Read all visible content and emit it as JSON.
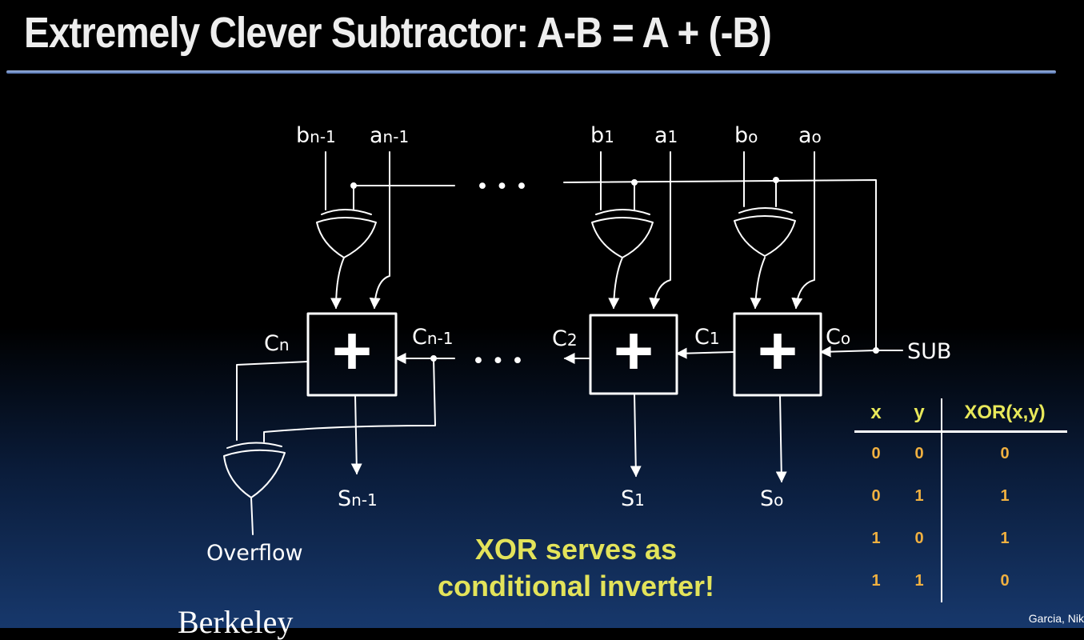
{
  "title": "Extremely Clever Subtractor: A-B = A + (-B)",
  "inputs": {
    "b_n1": {
      "base": "b",
      "sub": "n-1"
    },
    "a_n1": {
      "base": "a",
      "sub": "n-1"
    },
    "b_1": {
      "base": "b",
      "sub": "1"
    },
    "a_1": {
      "base": "a",
      "sub": "1"
    },
    "b_0": {
      "base": "b",
      "sub": "o"
    },
    "a_0": {
      "base": "a",
      "sub": "o"
    }
  },
  "carries": {
    "c_n": {
      "base": "C",
      "sub": "n"
    },
    "c_n1": {
      "base": "C",
      "sub": "n-1"
    },
    "c_2": {
      "base": "C",
      "sub": "2"
    },
    "c_1": {
      "base": "C",
      "sub": "1"
    },
    "c_0": {
      "base": "C",
      "sub": "o"
    }
  },
  "sums": {
    "s_n1": {
      "base": "S",
      "sub": "n-1"
    },
    "s_1": {
      "base": "S",
      "sub": "1"
    },
    "s_0": {
      "base": "S",
      "sub": "o"
    }
  },
  "adder_symbol": "+",
  "ellipsis": "• • •",
  "sub_label": "SUB",
  "overflow_label": "Overflow",
  "callout": {
    "line1": "XOR serves as",
    "line2": "conditional inverter!"
  },
  "truth_table": {
    "headers": {
      "x": "x",
      "y": "y",
      "out": "XOR(x,y)"
    },
    "rows": [
      {
        "x": "0",
        "y": "0",
        "out": "0"
      },
      {
        "x": "0",
        "y": "1",
        "out": "1"
      },
      {
        "x": "1",
        "y": "0",
        "out": "1"
      },
      {
        "x": "1",
        "y": "1",
        "out": "0"
      }
    ]
  },
  "footer_left": "Berkeley",
  "footer_right": "Garcia, Nik",
  "colors": {
    "background": "#000000",
    "accent": "#e3e35a",
    "table_values": "#f0b040"
  }
}
